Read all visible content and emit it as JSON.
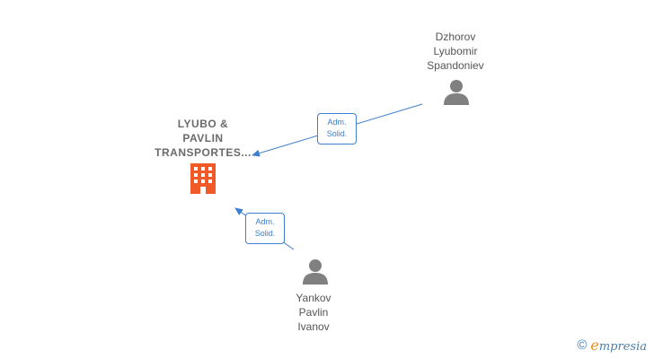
{
  "company": {
    "name_lines": [
      "LYUBO &",
      "PAVLIN",
      "TRANSPORTES..."
    ],
    "icon": "building-icon",
    "color": "#f05a28"
  },
  "persons": [
    {
      "name_lines": [
        "Dzhorov",
        "Lyubomir",
        "Spandoniev"
      ],
      "icon": "person-icon"
    },
    {
      "name_lines": [
        "Yankov",
        "Pavlin",
        "Ivanov"
      ],
      "icon": "person-icon"
    }
  ],
  "edges": [
    {
      "label_lines": [
        "Adm.",
        "Solid."
      ]
    },
    {
      "label_lines": [
        "Adm.",
        "Solid."
      ]
    }
  ],
  "colors": {
    "edge": "#3d7fd0",
    "person": "#808080"
  },
  "brand": {
    "copyright_symbol": "©",
    "initial": "e",
    "rest": "mpresia"
  }
}
